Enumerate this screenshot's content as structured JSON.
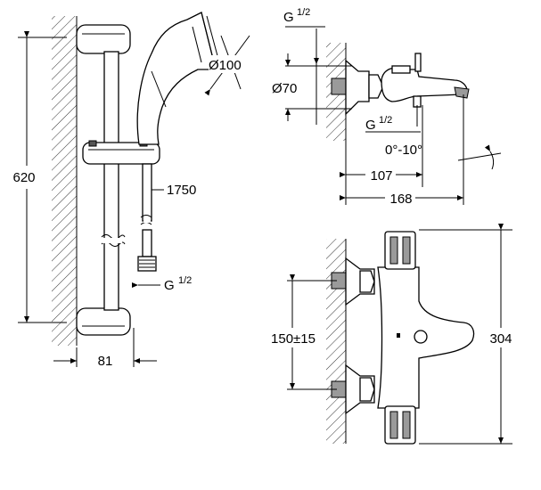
{
  "dims": {
    "rail_height": "620",
    "hand_shower_dia": "Ø100",
    "hose_length": "1750",
    "rail_depth": "81",
    "hose_thread_g": "G",
    "hose_thread_frac": "1/2",
    "mixer_top_g": "G",
    "mixer_top_frac": "1/2",
    "mixer_escutcheon": "Ø70",
    "mixer_bottom_g": "G",
    "mixer_bottom_frac": "1/2",
    "spout_angle": "0°-10°",
    "spout_depth_107": "107",
    "spout_depth_168": "168",
    "centers": "150±15",
    "body_height": "304"
  }
}
